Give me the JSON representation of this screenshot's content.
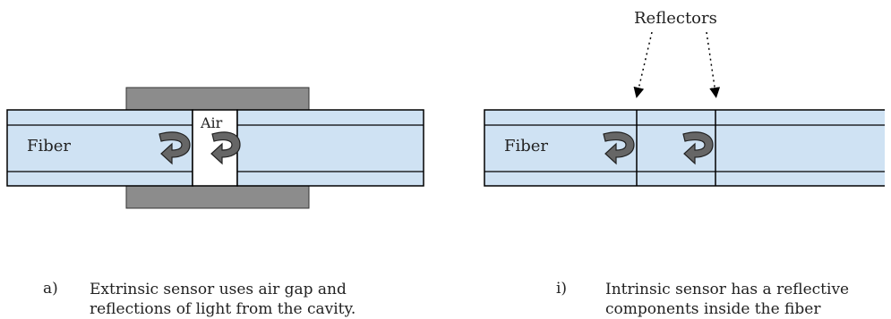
{
  "left_diagram": {
    "fiber_label": "Fiber",
    "air_label": "Air",
    "caption_letter": "a)",
    "caption_line1": "Extrinsic sensor uses air gap and",
    "caption_line2": "reflections of light  from the cavity."
  },
  "right_diagram": {
    "fiber_label": "Fiber",
    "reflectors_label": "Reflectors",
    "caption_letter": "i)",
    "caption_line1": "Intrinsic sensor has a reflective",
    "caption_line2": "components inside the fiber"
  },
  "colors": {
    "fiber_fill": "#cfe2f3",
    "housing_fill": "#8c8c8c",
    "arrow_fill": "#666666",
    "line": "#000000"
  }
}
